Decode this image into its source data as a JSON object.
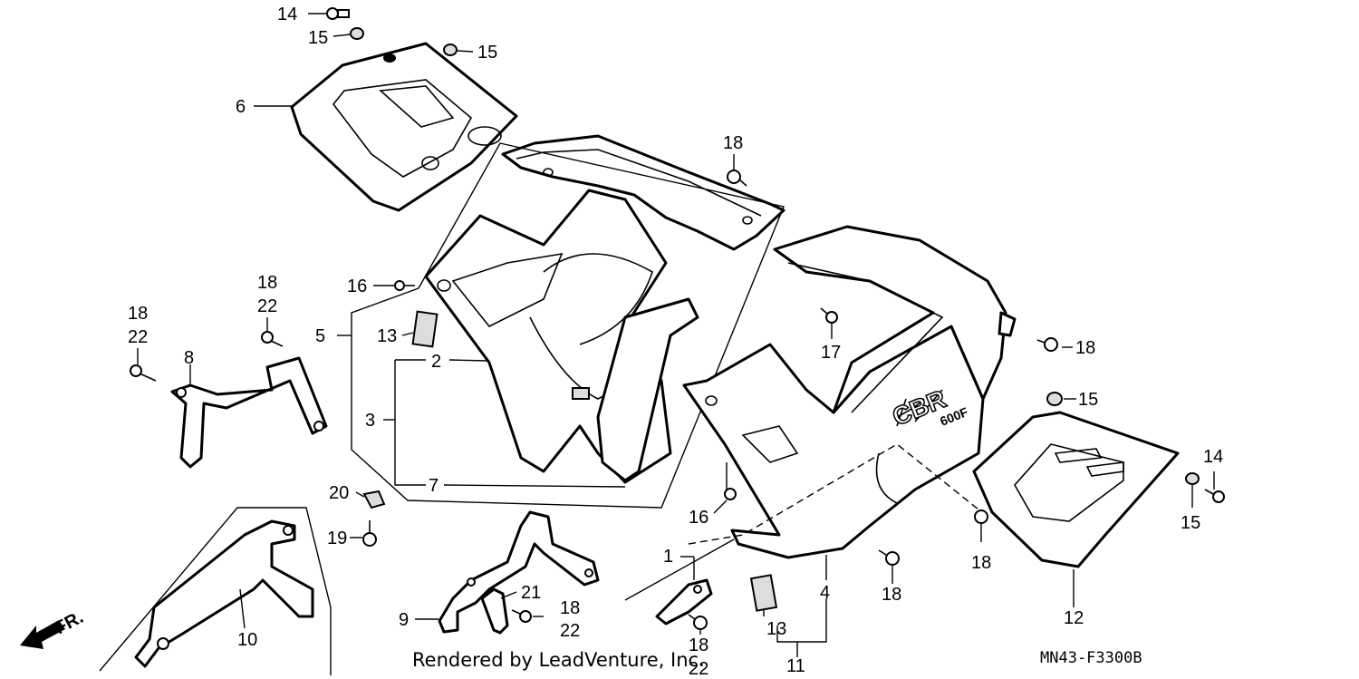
{
  "diagram": {
    "credit": "Rendered by LeadVenture, Inc.",
    "code": "MN43-F3300B",
    "front_marker": "FR.",
    "labels": [
      "14",
      "15",
      "15",
      "6",
      "18",
      "16",
      "18",
      "22",
      "18",
      "22",
      "5",
      "13",
      "2",
      "8",
      "3",
      "7",
      "18",
      "17",
      "15",
      "14",
      "15",
      "20",
      "16",
      "19",
      "18",
      "1",
      "21",
      "18",
      "22",
      "9",
      "10",
      "4",
      "18",
      "22",
      "13",
      "11",
      "18",
      "12"
    ]
  }
}
